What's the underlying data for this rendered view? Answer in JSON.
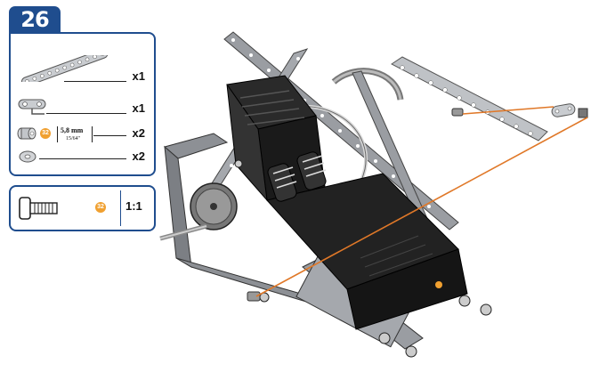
{
  "step": {
    "number": "26"
  },
  "parts": [
    {
      "name": "long perforated strip",
      "qty": "x1"
    },
    {
      "name": "double-hole bracket",
      "qty": "x1"
    },
    {
      "name": "spacer",
      "qty": "x2",
      "badge": "32",
      "dimension": "5,8 mm",
      "dimension_imperial": "15/64\""
    },
    {
      "name": "washer",
      "qty": "x2"
    }
  ],
  "scale": {
    "badge": "32",
    "ratio": "1:1"
  },
  "colors": {
    "frame_blue": "#1f4d8e",
    "badge_orange": "#f0a030",
    "leader_orange": "#e07828"
  },
  "icons": [
    "perforated-strip-icon",
    "bracket-icon",
    "spacer-icon",
    "washer-icon",
    "bolt-icon",
    "motor-chassis-illustration"
  ]
}
